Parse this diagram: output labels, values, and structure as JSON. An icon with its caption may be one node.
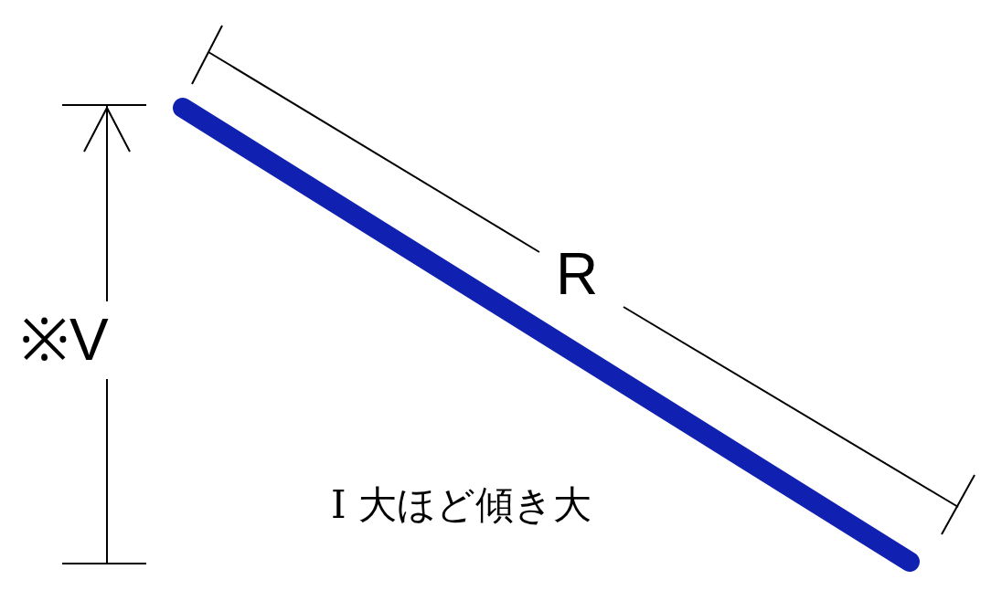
{
  "diagram": {
    "labels": [
      "R",
      "※V",
      "I 大ほど傾き大"
    ]
  }
}
